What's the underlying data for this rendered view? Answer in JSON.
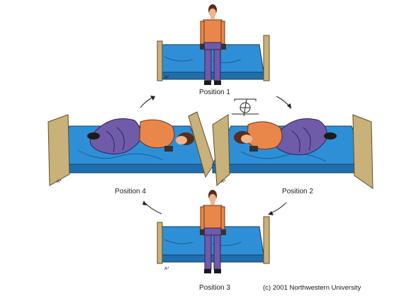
{
  "labels": {
    "position_1": "Position 1",
    "position_2": "Position 2",
    "position_3": "Position 3",
    "position_4": "Position 4"
  },
  "copyright": "(c) 2001 Northwestern University",
  "colors": {
    "bed_blue": "#2f8fd6",
    "bed_dark": "#1f6fae",
    "frame": "#c9b27a",
    "frame_dark": "#8d7640",
    "shirt": "#e9874a",
    "pants": "#6f5ba8",
    "hair": "#5a2e1c",
    "skin": "#f2b48c"
  },
  "icons": [
    "arrow-icon",
    "eye-icon"
  ]
}
